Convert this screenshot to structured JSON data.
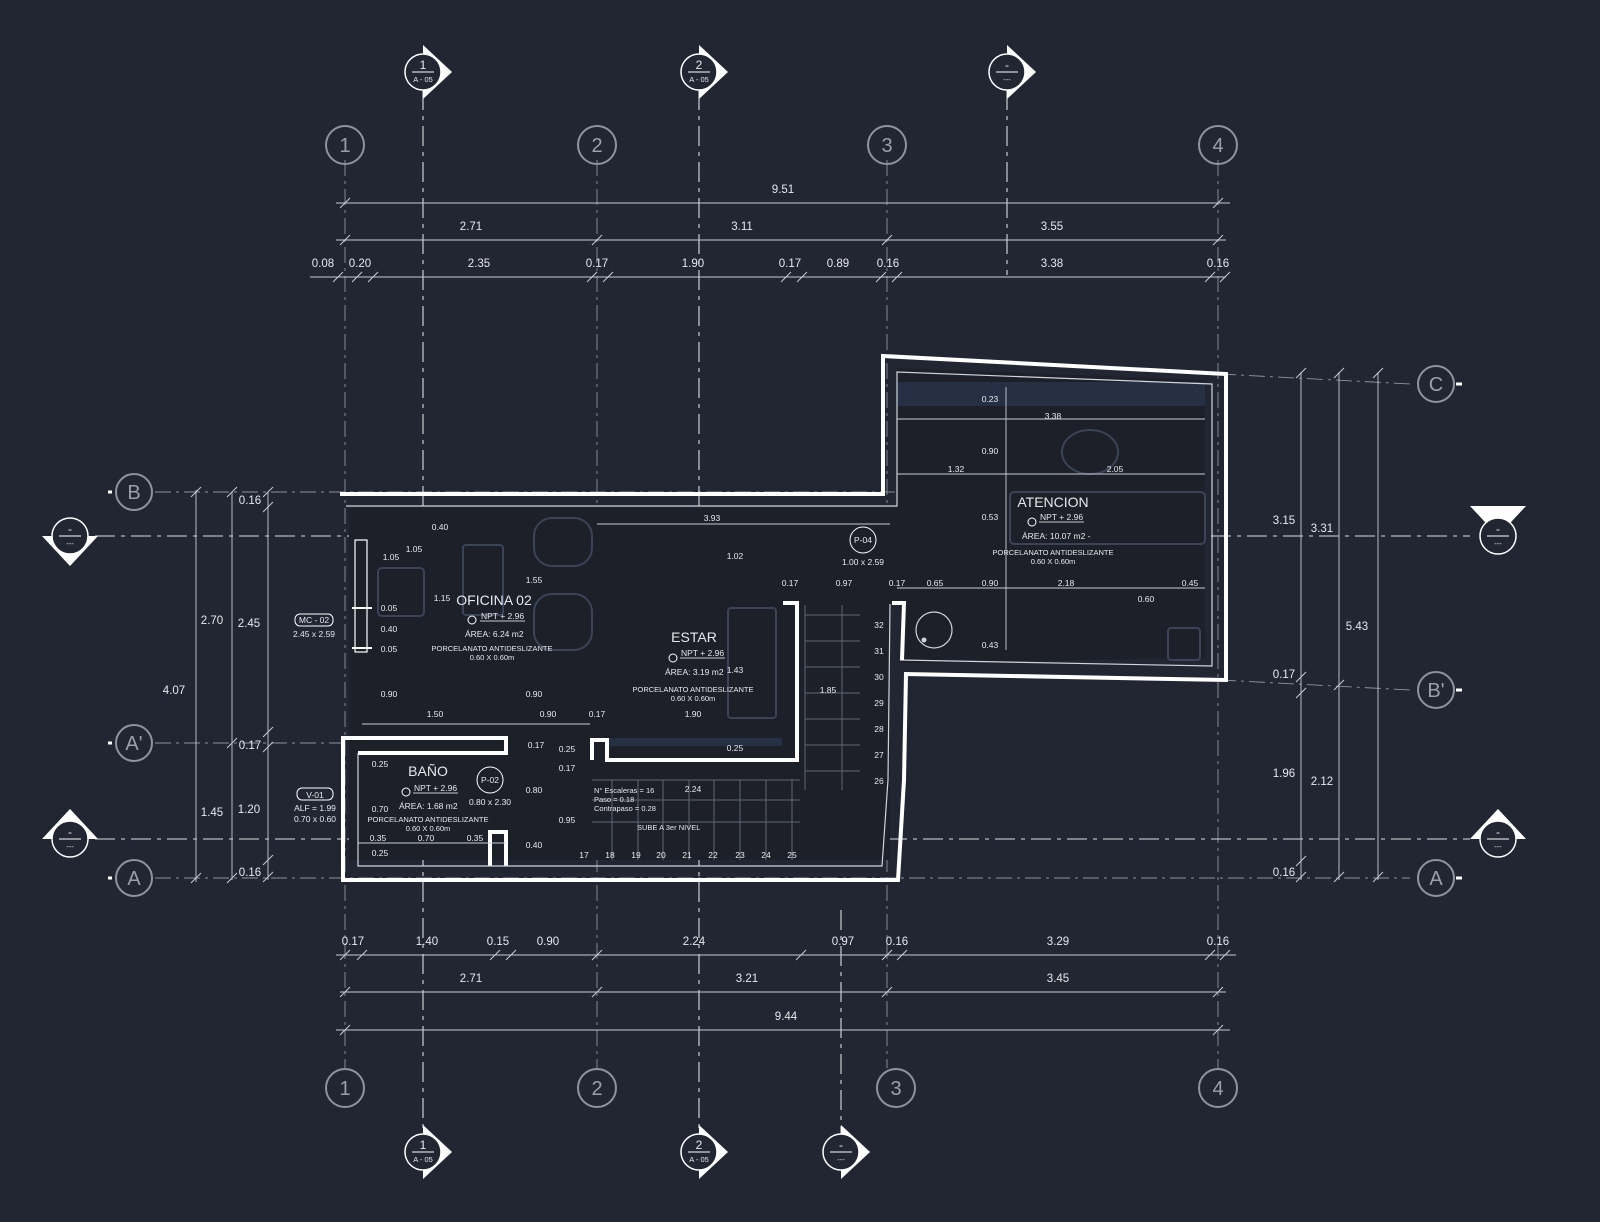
{
  "grid_axes": {
    "vertical": [
      "1",
      "2",
      "3",
      "4"
    ],
    "horizontal": [
      "A",
      "A'",
      "B",
      "B'",
      "C"
    ]
  },
  "section_marks": [
    {
      "num": "1",
      "sheet": "A - 05"
    },
    {
      "num": "2",
      "sheet": "A - 05"
    },
    {
      "num": "-",
      "sheet": "---"
    }
  ],
  "dims_top": {
    "total": "9.51",
    "mid": [
      "2.71",
      "3.11",
      "3.55"
    ],
    "detail": [
      "0.08",
      "0.20",
      "2.35",
      "0.17",
      "1.90",
      "0.17",
      "0.89",
      "0.16",
      "3.38",
      "0.16"
    ]
  },
  "dims_bottom": {
    "total": "9.44",
    "mid": [
      "2.71",
      "3.21",
      "3.45"
    ],
    "detail": [
      "0.17",
      "1.40",
      "0.15",
      "0.90",
      "2.24",
      "0.97",
      "0.16",
      "3.29",
      "0.16"
    ]
  },
  "dims_left": {
    "total": "4.07",
    "mid": [
      "2.70",
      "1.45"
    ],
    "inner": [
      "2.45",
      "1.20"
    ],
    "detail": [
      "0.16",
      "0.17",
      "0.16"
    ]
  },
  "dims_right": {
    "total": "5.43",
    "mid": [
      "3.31",
      "2.12"
    ],
    "inner": [
      "3.15",
      "1.96"
    ],
    "detail": [
      "0.17",
      "0.16"
    ]
  },
  "rooms": [
    {
      "name": "OFICINA 02",
      "npt": "NPT + 2.96",
      "area": "ÁREA: 6.24 m2",
      "floor": "PORCELANATO ANTIDESLIZANTE",
      "tile": "0.60 X 0.60m"
    },
    {
      "name": "ESTAR",
      "npt": "NPT + 2.96",
      "area": "ÁREA: 3.19 m2",
      "floor": "PORCELANATO ANTIDESLIZANTE",
      "tile": "0.60 X 0.60m"
    },
    {
      "name": "ATENCION",
      "npt": "NPT + 2.96",
      "area": "ÁREA: 10.07 m2 -",
      "floor": "PORCELANATO ANTIDESLIZANTE",
      "tile": "0.60 X 0.60m"
    },
    {
      "name": "BAÑO",
      "npt": "NPT + 2.96",
      "area": "ÁREA: 1.68 m2",
      "floor": "PORCELANATO ANTIDESLIZANTE",
      "tile": "0.60 X 0.60m"
    }
  ],
  "tags": {
    "mc02": {
      "code": "MC - 02",
      "size": "2.45 x 2.59"
    },
    "v01": {
      "code": "V-01",
      "alf": "ALF = 1.99",
      "size": "0.70 x 0.60"
    },
    "p02": {
      "code": "P-02",
      "size": "0.80 x 2.30"
    },
    "p04": {
      "code": "P-04",
      "size": "1.00 x 2.59"
    }
  },
  "stairs": {
    "count": "N° Escaleras = 16",
    "paso": "Paso = 0.18",
    "contrapaso": "Contrapaso = 0.28",
    "sube": "SUBE A 3er NIVEL",
    "steps_bottom": [
      "17",
      "18",
      "19",
      "20",
      "21",
      "22",
      "23",
      "24",
      "25"
    ],
    "steps_side": [
      "32",
      "31",
      "30",
      "29",
      "28",
      "27",
      "26"
    ]
  },
  "interior_dims": {
    "oficina": [
      "0.40",
      "1.05",
      "1.05",
      "1.15",
      "0.05",
      "0.40",
      "0.05",
      "0.90",
      "0.90",
      "1.55",
      "1.50"
    ],
    "estar": [
      "3.93",
      "1.02",
      "0.17",
      "0.97",
      "0.17",
      "1.43",
      "1.85",
      "0.90",
      "0.17",
      "1.90",
      "0.25"
    ],
    "atencion": [
      "0.23",
      "3.38",
      "0.90",
      "1.32",
      "2.05",
      "0.53",
      "0.65",
      "0.90",
      "2.18",
      "0.45",
      "0.60",
      "0.43"
    ],
    "bano": [
      "0.25",
      "0.70",
      "0.35",
      "0.25",
      "0.70",
      "0.35",
      "0.17",
      "0.25",
      "0.17",
      "0.80",
      "0.95",
      "0.40",
      "2.24"
    ]
  }
}
